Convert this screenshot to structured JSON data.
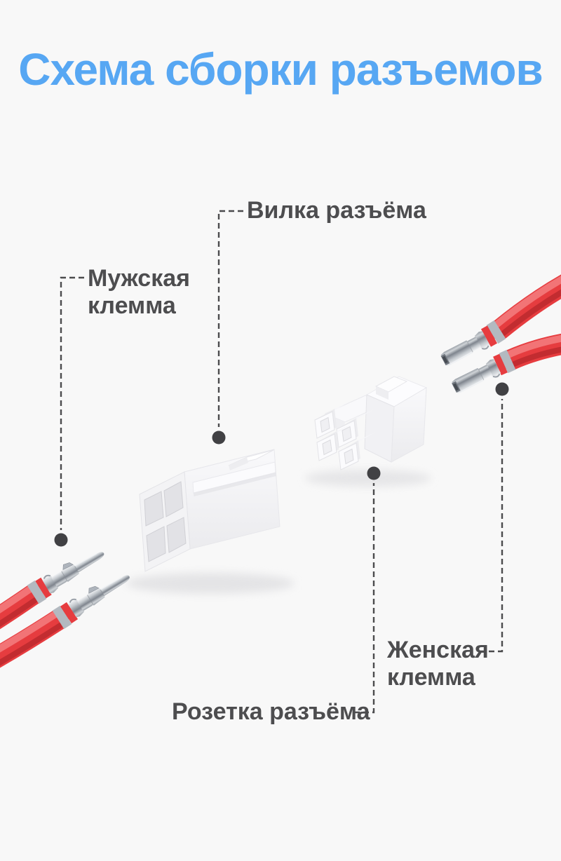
{
  "title": {
    "text": "Схема сборки разъемов"
  },
  "annotations": {
    "plug": {
      "label": "Вилка разъёма"
    },
    "male_terminal": {
      "label": "Мужская клемма"
    },
    "female_terminal": {
      "label": "Женская клемма"
    },
    "socket": {
      "label": "Розетка разъёма"
    }
  },
  "colors": {
    "background": "#f8f8f8",
    "title_text": "#57a7f3",
    "label_text": "#4d4d4f",
    "leader": "#4b4b4d",
    "leader_dot": "#414144",
    "wire_red": "#e63c3f",
    "wire_red_dark": "#b9282d",
    "wire_red_light": "#f37a7c",
    "metal_ring": "#b3b9c0",
    "connector_white": "#fdfdfe",
    "connector_shade": "#ededf0"
  }
}
